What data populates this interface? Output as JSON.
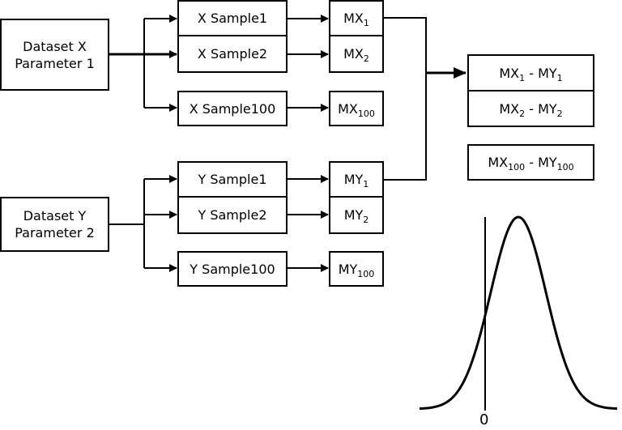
{
  "dataset_x": {
    "line1": "Dataset X",
    "line2": "Parameter 1"
  },
  "dataset_y": {
    "line1": "Dataset Y",
    "line2": "Parameter 2"
  },
  "x_samples": [
    "X Sample1",
    "X Sample2",
    "X Sample100"
  ],
  "y_samples": [
    "Y Sample1",
    "Y Sample2",
    "Y Sample100"
  ],
  "mx": [
    {
      "base": "MX",
      "sub": "1"
    },
    {
      "base": "MX",
      "sub": "2"
    },
    {
      "base": "MX",
      "sub": "100"
    }
  ],
  "my": [
    {
      "base": "MY",
      "sub": "1"
    },
    {
      "base": "MY",
      "sub": "2"
    },
    {
      "base": "MY",
      "sub": "100"
    }
  ],
  "diffs": [
    {
      "a": "MX",
      "a_sub": "1",
      "sep": " - ",
      "b": "MY",
      "b_sub": "1"
    },
    {
      "a": "MX",
      "a_sub": "2",
      "sep": " - ",
      "b": "MY",
      "b_sub": "2"
    },
    {
      "a": "MX",
      "a_sub": "100",
      "sep": " - ",
      "b": "MY",
      "b_sub": "100"
    }
  ],
  "distribution": {
    "zero_label": "0",
    "curve_shape": "bell-curve",
    "mean_offset_sd": 1.2
  }
}
